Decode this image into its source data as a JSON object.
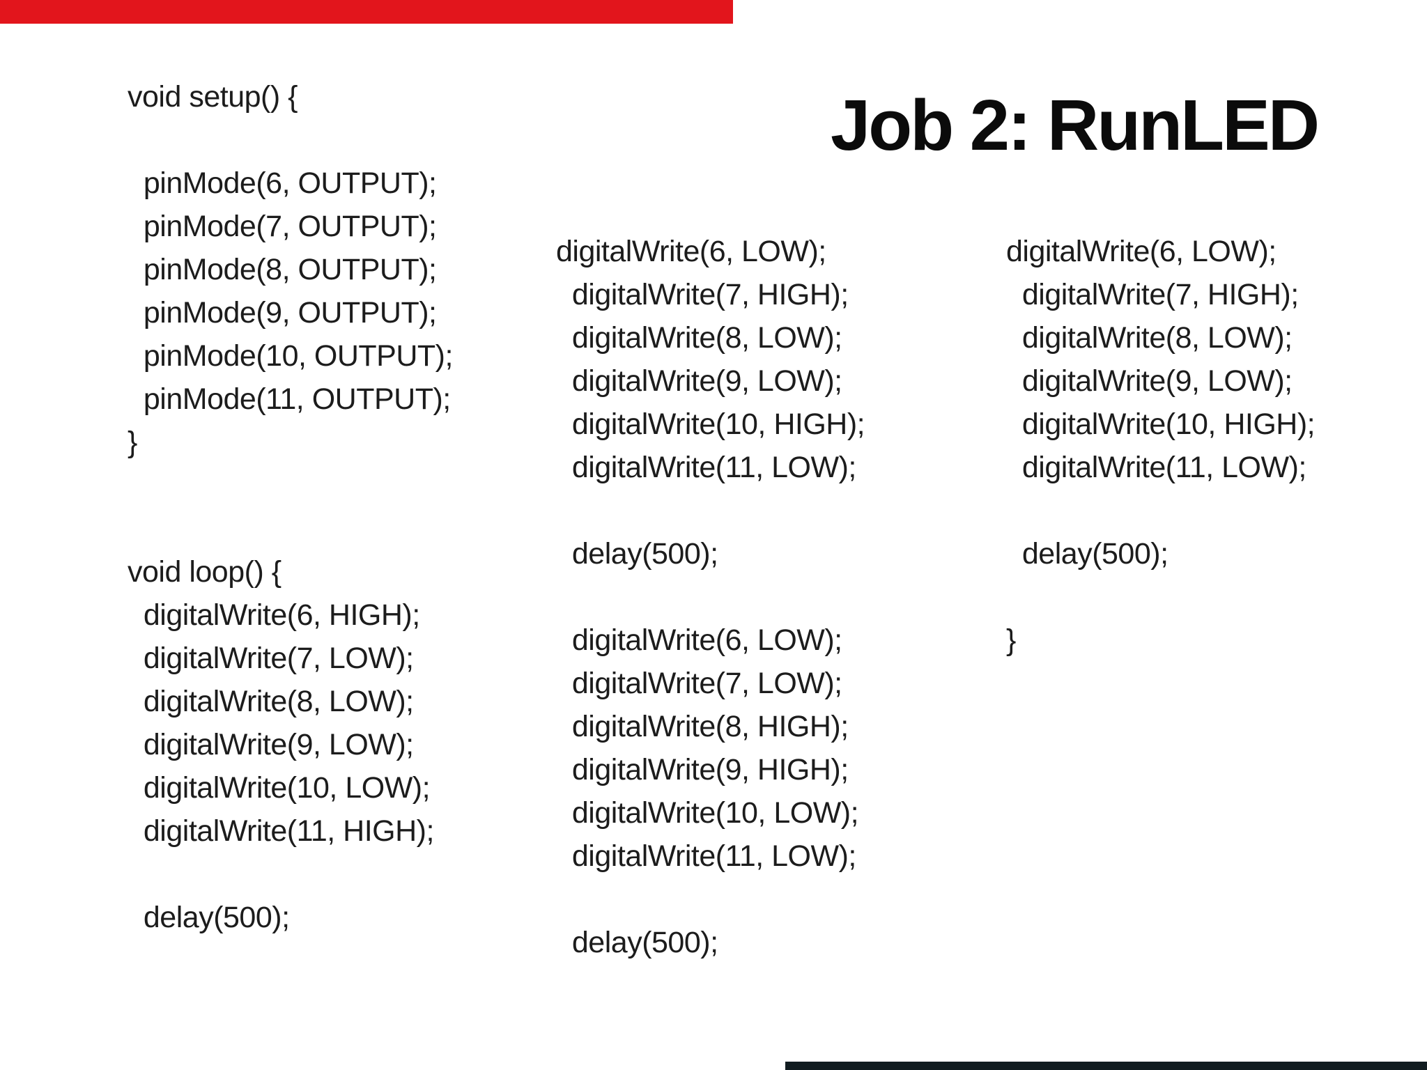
{
  "slide": {
    "title": "Job 2: RunLED",
    "background_color": "#ffffff",
    "text_color": "#1c1c1c",
    "title_color": "#0b0b0b",
    "top_bar": {
      "color": "#e2151c"
    },
    "bottom_bar": {
      "color": "#111c20"
    },
    "columns": [
      {
        "name": "setup-and-loop-column",
        "lines": [
          "void setup() {",
          "",
          "  pinMode(6, OUTPUT);",
          "  pinMode(7, OUTPUT);",
          "  pinMode(8, OUTPUT);",
          "  pinMode(9, OUTPUT);",
          "  pinMode(10, OUTPUT);",
          "  pinMode(11, OUTPUT);",
          "}",
          "",
          "",
          "void loop() {",
          "  digitalWrite(6, HIGH);",
          "  digitalWrite(7, LOW);",
          "  digitalWrite(8, LOW);",
          "  digitalWrite(9, LOW);",
          "  digitalWrite(10, LOW);",
          "  digitalWrite(11, HIGH);",
          "",
          "  delay(500);"
        ]
      },
      {
        "name": "middle-code-column",
        "lines": [
          "digitalWrite(6, LOW);",
          "  digitalWrite(7, HIGH);",
          "  digitalWrite(8, LOW);",
          "  digitalWrite(9, LOW);",
          "  digitalWrite(10, HIGH);",
          "  digitalWrite(11, LOW);",
          "",
          "  delay(500);",
          "",
          "  digitalWrite(6, LOW);",
          "  digitalWrite(7, LOW);",
          "  digitalWrite(8, HIGH);",
          "  digitalWrite(9, HIGH);",
          "  digitalWrite(10, LOW);",
          "  digitalWrite(11, LOW);",
          "",
          "  delay(500);"
        ]
      },
      {
        "name": "right-code-column",
        "lines": [
          "digitalWrite(6, LOW);",
          "  digitalWrite(7, HIGH);",
          "  digitalWrite(8, LOW);",
          "  digitalWrite(9, LOW);",
          "  digitalWrite(10, HIGH);",
          "  digitalWrite(11, LOW);",
          "",
          "  delay(500);",
          "",
          "}"
        ]
      }
    ]
  }
}
